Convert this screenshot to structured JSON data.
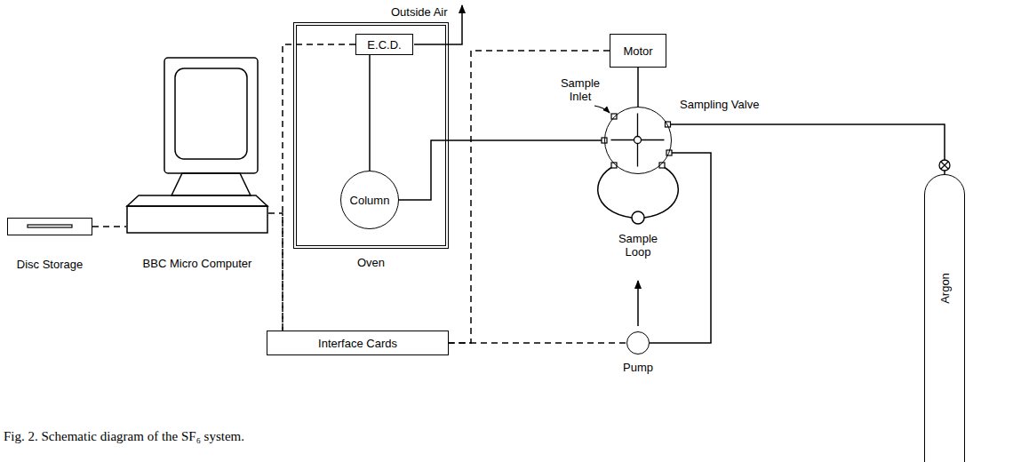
{
  "diagram": {
    "caption": "Fig. 2. Schematic diagram of the SF₆ system.",
    "nodes": [
      {
        "text": [
          "Disc Storage"
        ]
      },
      {
        "text": [
          "BBC Micro Computer"
        ]
      },
      {
        "text": [
          "Oven"
        ]
      },
      {
        "text": [
          "E.C.D."
        ],
        "in": 2
      },
      {
        "text": [
          "Column"
        ],
        "in": 2
      },
      {
        "text": [
          "Interface Cards"
        ]
      },
      {
        "text": [
          "Motor"
        ]
      },
      {
        "text": [
          "Sampling Valve"
        ]
      },
      {
        "text": [
          "Pump"
        ]
      },
      {
        "text": [
          "Argon"
        ]
      }
    ],
    "edges": [
      {
        "from": 0,
        "to": 1,
        "arrow": "none"
      },
      {
        "from": 1,
        "to": 5,
        "arrow": "none"
      },
      {
        "from": 3,
        "to": 5,
        "arrow": "none"
      },
      {
        "from": 6,
        "to": 5,
        "arrow": "none"
      },
      {
        "from": 5,
        "to": 8,
        "arrow": "none"
      },
      {
        "from": 4,
        "to": 3,
        "arrow": "none"
      },
      {
        "from": 4,
        "to": 7,
        "arrow": "none"
      },
      {
        "from": 6,
        "to": 7,
        "arrow": "none"
      },
      {
        "from": 9,
        "to": 7,
        "arrow": "none"
      },
      {
        "from": 8,
        "to": 7,
        "arrow": "none"
      }
    ],
    "labels": [
      "Outside Air",
      "Sample Inlet",
      "Sample Loop"
    ]
  }
}
